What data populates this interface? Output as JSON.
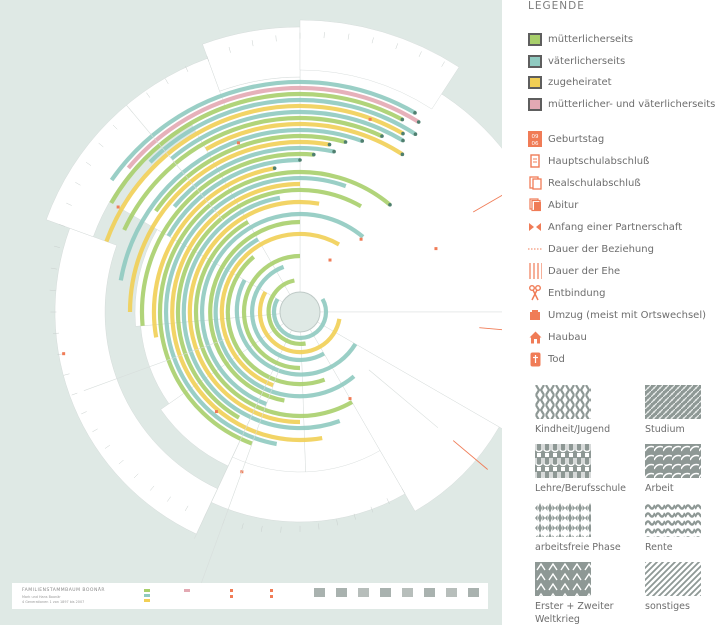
{
  "poster": {
    "title": "FAMILIENSTAMMBAUM BOONÄR",
    "subtitle": "Mark und Hans Boonär",
    "years": "4 Generationen 1 von 1897 bis 2007"
  },
  "colors": {
    "maternal": "#a8cf6b",
    "paternal": "#8fcac0",
    "married_in": "#f1cf55",
    "both": "#e3a9b3",
    "accent": "#f07c57",
    "background": "#dfe9e5"
  },
  "legend": {
    "title": "LEGENDE",
    "swatches": [
      {
        "label": "mütterlicherseits",
        "color": "#a8cf6b"
      },
      {
        "label": "väterlicherseits",
        "color": "#8fcac0"
      },
      {
        "label": "zugeheiratet",
        "color": "#f1cf55"
      },
      {
        "label": "mütterlicher- und väterlicherseits",
        "color": "#e3a9b3"
      }
    ],
    "events": [
      {
        "icon": "birthday-icon",
        "label": "Geburtstag",
        "mark": "09 06"
      },
      {
        "icon": "hauptschule-icon",
        "label": "Hauptschulabschluß"
      },
      {
        "icon": "realschule-icon",
        "label": "Realschulabschluß"
      },
      {
        "icon": "abitur-icon",
        "label": "Abitur"
      },
      {
        "icon": "partnership-icon",
        "label": "Anfang einer Partnerschaft"
      },
      {
        "icon": "relationship-line-icon",
        "label": "Dauer der Beziehung"
      },
      {
        "icon": "marriage-lines-icon",
        "label": "Dauer der Ehe"
      },
      {
        "icon": "scissors-icon",
        "label": "Entbindung"
      },
      {
        "icon": "moving-box-icon",
        "label": "Umzug (meist mit Ortswechsel)"
      },
      {
        "icon": "house-icon",
        "label": "Haubau"
      },
      {
        "icon": "death-icon",
        "label": "Tod"
      }
    ],
    "patterns": [
      {
        "label": "Kindheit/Jugend"
      },
      {
        "label": "Studium"
      },
      {
        "label": "Lehre/Berufsschule"
      },
      {
        "label": "Arbeit"
      },
      {
        "label": "arbeitsfreie Phase"
      },
      {
        "label": "Rente"
      },
      {
        "label": "Erster + Zweiter Weltkrieg"
      },
      {
        "label": "sonstiges"
      }
    ]
  }
}
